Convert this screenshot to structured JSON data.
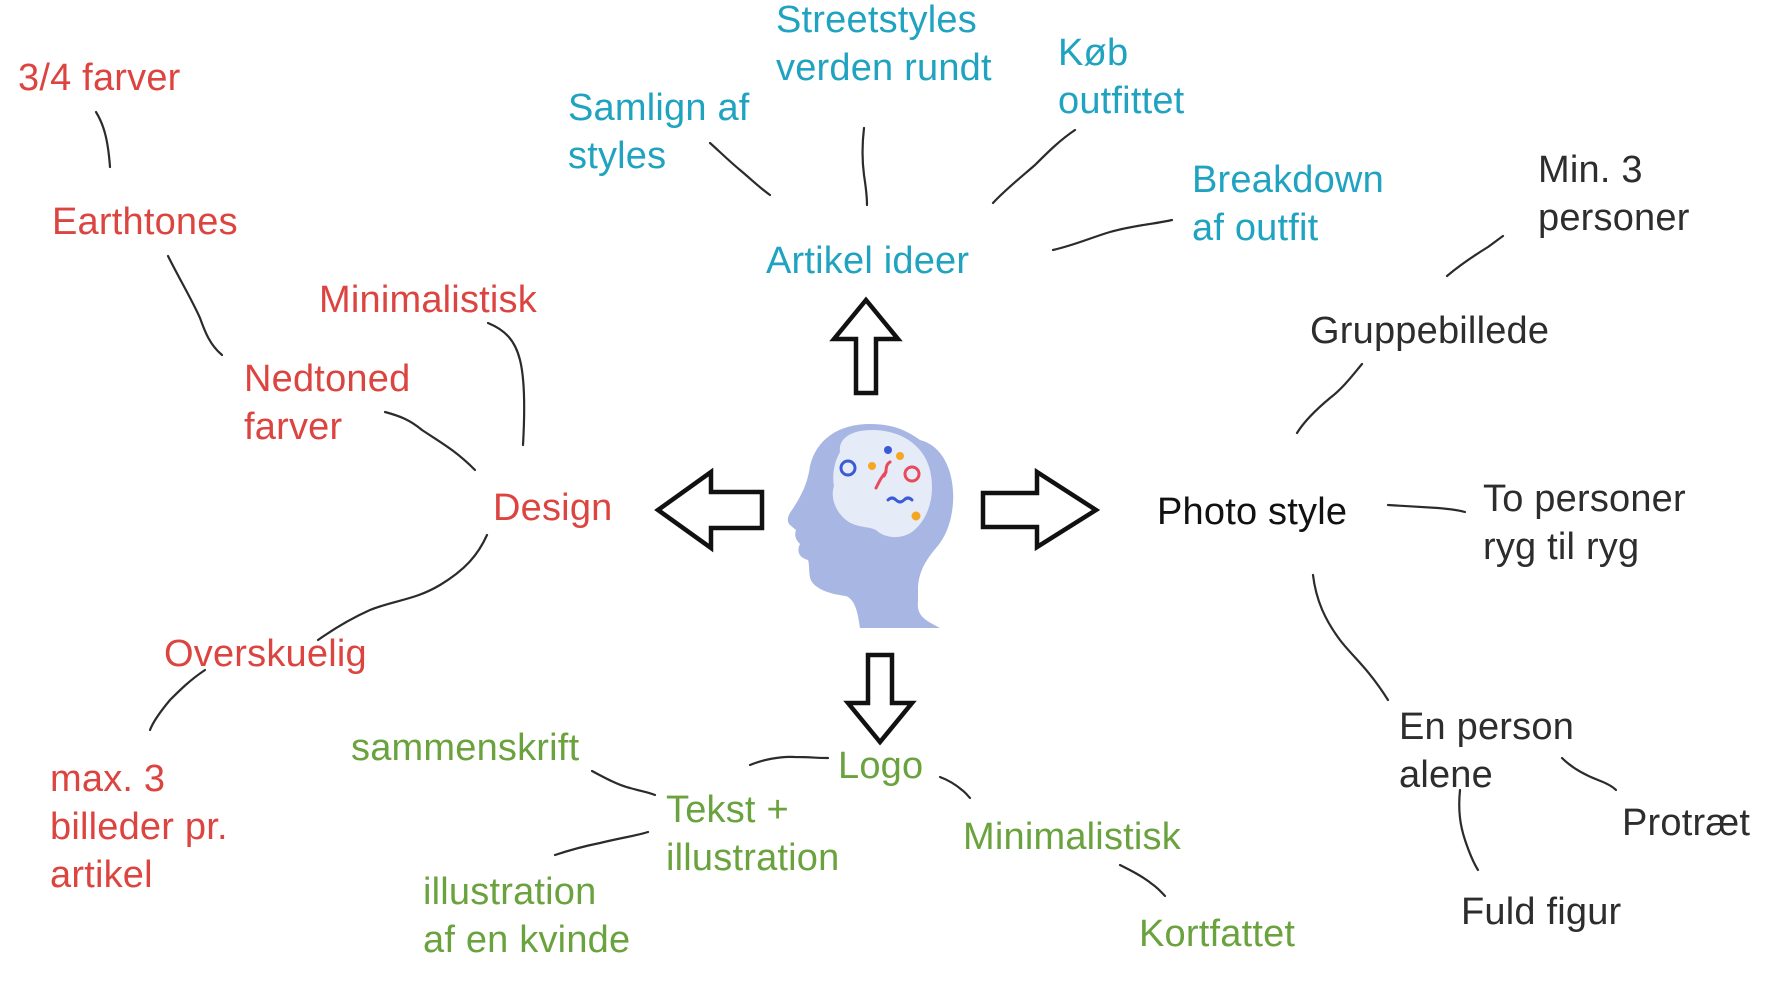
{
  "colors": {
    "design": "#dc4440",
    "article": "#1fa3c1",
    "logo": "#6aa23e",
    "photo": "#2d2d2d"
  },
  "center_icon": "head-with-brain-icon",
  "branches": {
    "design": {
      "title": "Design",
      "minimalistisk": "Minimalistisk",
      "nedtoned": "Nedtoned\nfarver",
      "earthtones": "Earthtones",
      "three_four_colors": "3/4 farver",
      "overskuelig": "Overskuelig",
      "max_images": "max. 3\nbilleder pr.\nartikel"
    },
    "article": {
      "title": "Artikel ideer",
      "samlign": "Samlign af\nstyles",
      "streetstyles": "Streetstyles\nverden rundt",
      "kob": "Køb\noutfittet",
      "breakdown": "Breakdown\naf outfit"
    },
    "photo": {
      "title": "Photo style",
      "min3": "Min. 3\npersoner",
      "gruppe": "Gruppebillede",
      "to_personer": "To personer\nryg til ryg",
      "en_person": "En person\nalene",
      "protraet": "Protræt",
      "fuld_figur": "Fuld figur"
    },
    "logo": {
      "title": "Logo",
      "sammenskrift": "sammenskrift",
      "tekst": "Tekst +\nillustration",
      "illustration": "illustration\naf en kvinde",
      "minimalistisk": "Minimalistisk",
      "kortfattet": "Kortfattet"
    }
  }
}
